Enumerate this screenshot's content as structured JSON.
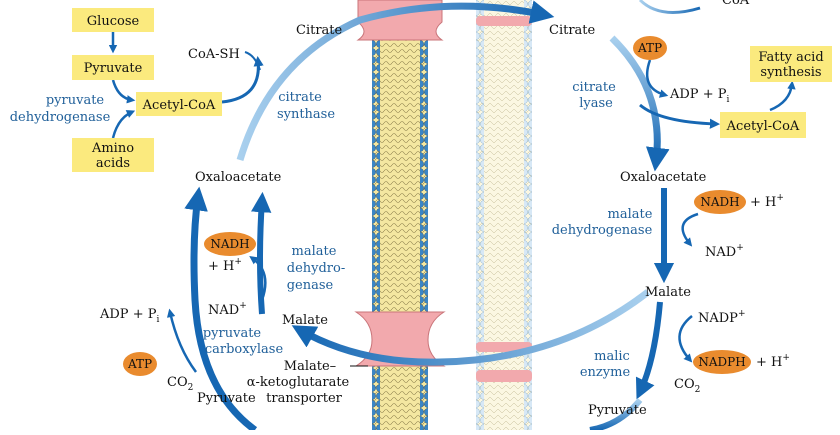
{
  "colors": {
    "arrow_dark": "#1667b3",
    "arrow_light": "#a9d0ee",
    "box_fill": "#fbea7e",
    "badge_fill": "#e98b2e",
    "enzyme_text": "#1f5f99",
    "transporter": "#f2a9ad",
    "membrane_head_dark": "#3b86c6",
    "membrane_head_light": "#cfe3f4",
    "lipid_tail": "#f4e7a1"
  },
  "boxes": {
    "glucose": "Glucose",
    "pyruvate": "Pyruvate",
    "acetyl_coa_left": "Acetyl-CoA",
    "amino_acids_1": "Amino",
    "amino_acids_2": "acids",
    "fatty_acid_1": "Fatty acid",
    "fatty_acid_2": "synthesis",
    "acetyl_coa_right": "Acetyl-CoA"
  },
  "badges": {
    "atp_right": "ATP",
    "atp_left": "ATP",
    "nadh_right": "NADH",
    "nadh_left": "NADH",
    "nadph": "NADPH"
  },
  "enzymes": {
    "pyruvate_dehydrogenase_1": "pyruvate",
    "pyruvate_dehydrogenase_2": "dehydrogenase",
    "citrate_synthase_1": "citrate",
    "citrate_synthase_2": "synthase",
    "citrate_lyase_1": "citrate",
    "citrate_lyase_2": "lyase",
    "malate_dh_right_1": "malate",
    "malate_dh_right_2": "dehydrogenase",
    "malate_dh_left_1": "malate",
    "malate_dh_left_2": "dehydro-",
    "malate_dh_left_3": "genase",
    "pyruvate_carboxylase_1": "pyruvate",
    "pyruvate_carboxylase_2": "carboxylase",
    "malic_enzyme_1": "malic",
    "malic_enzyme_2": "enzyme"
  },
  "metabolites": {
    "coa_sh": "CoA-SH",
    "citrate_left": "Citrate",
    "citrate_right": "Citrate",
    "coa_top": "CoA",
    "oxaloacetate_left": "Oxaloacetate",
    "oxaloacetate_right": "Oxaloacetate",
    "adp_pi_right": "ADP + P",
    "adp_pi_left": "ADP + P",
    "pi_sub": "i",
    "h_plus_right": "+ H",
    "nad_right": "NAD",
    "malate_right": "Malate",
    "nadp_plus": "NADP",
    "h_plus_nadph": "+ H",
    "co2_right": "CO",
    "co2_left": "CO",
    "two_sub": "2",
    "plus_sup": "+",
    "pyruvate_right": "Pyruvate",
    "h_plus_left": "+ H",
    "nad_left": "NAD",
    "malate_left": "Malate",
    "pyruvate_left": "Pyruvate"
  },
  "transporter": {
    "line1": "Malate–",
    "line2": "α-ketoglutarate",
    "line3": "transporter"
  }
}
